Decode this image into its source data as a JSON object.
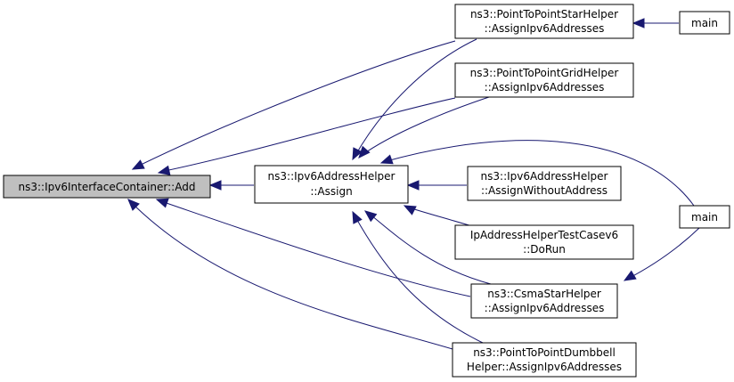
{
  "nodes": {
    "add": {
      "lines": [
        "ns3::Ipv6InterfaceContainer::Add"
      ],
      "highlight": true
    },
    "assign": {
      "lines": [
        "ns3::Ipv6AddressHelper",
        "::Assign"
      ]
    },
    "star": {
      "lines": [
        "ns3::PointToPointStarHelper",
        "::AssignIpv6Addresses"
      ]
    },
    "grid": {
      "lines": [
        "ns3::PointToPointGridHelper",
        "::AssignIpv6Addresses"
      ]
    },
    "without": {
      "lines": [
        "ns3::Ipv6AddressHelper",
        "::AssignWithoutAddress"
      ]
    },
    "dorun": {
      "lines": [
        "IpAddressHelperTestCasev6",
        "::DoRun"
      ]
    },
    "csma": {
      "lines": [
        "ns3::CsmaStarHelper",
        "::AssignIpv6Addresses"
      ]
    },
    "dumbbell": {
      "lines": [
        "ns3::PointToPointDumbbell",
        "Helper::AssignIpv6Addresses"
      ]
    },
    "main_top": {
      "lines": [
        "main"
      ]
    },
    "main_mid": {
      "lines": [
        "main"
      ]
    }
  },
  "edges": [
    {
      "from": "assign",
      "to": "add"
    },
    {
      "from": "star",
      "to": "add"
    },
    {
      "from": "grid",
      "to": "add"
    },
    {
      "from": "csma",
      "to": "add"
    },
    {
      "from": "dumbbell",
      "to": "add"
    },
    {
      "from": "star",
      "to": "assign"
    },
    {
      "from": "grid",
      "to": "assign"
    },
    {
      "from": "main_mid",
      "to": "assign"
    },
    {
      "from": "without",
      "to": "assign"
    },
    {
      "from": "dorun",
      "to": "assign"
    },
    {
      "from": "csma",
      "to": "assign"
    },
    {
      "from": "dumbbell",
      "to": "assign"
    },
    {
      "from": "main_top",
      "to": "star"
    },
    {
      "from": "main_mid",
      "to": "csma"
    }
  ],
  "colors": {
    "edge": "#191970",
    "highlight_fill": "#bfbfbf",
    "node_border": "#000000"
  }
}
